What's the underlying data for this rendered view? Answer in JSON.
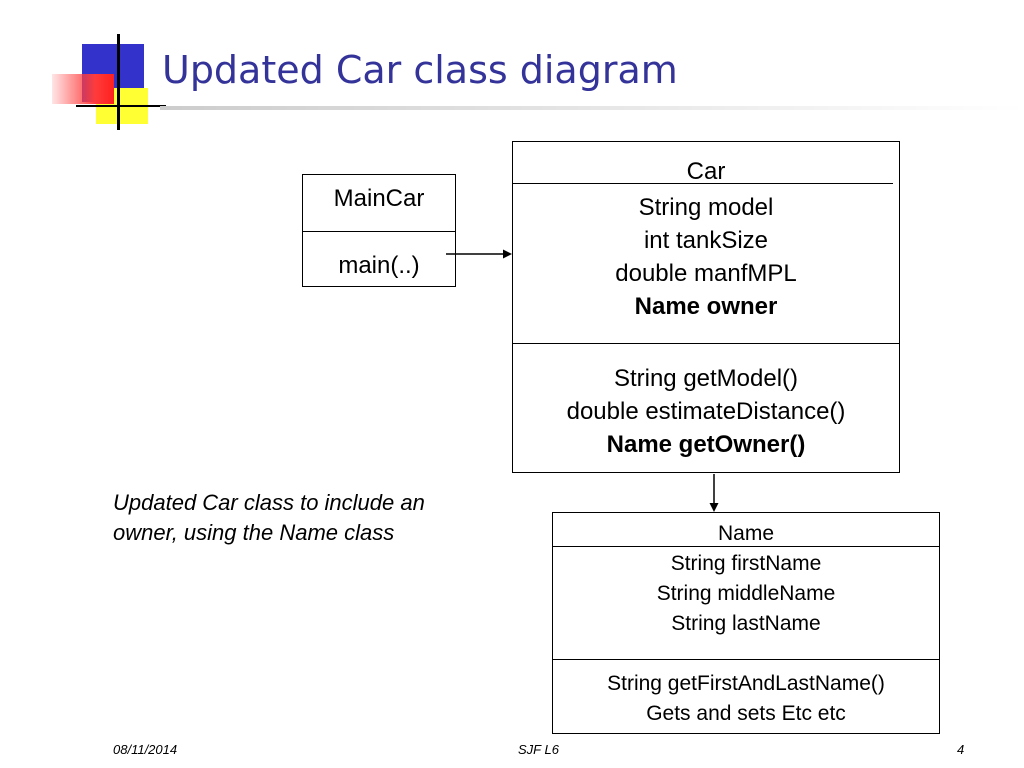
{
  "slide": {
    "title": "Updated Car class diagram",
    "caption": "Updated Car class to include an owner, using the Name class"
  },
  "classes": {
    "maincar": {
      "name": "MainCar",
      "methods": [
        "main(..)"
      ]
    },
    "car": {
      "name": "Car",
      "attributes": [
        "String model",
        "int tankSize",
        "double manfMPL",
        "Name owner"
      ],
      "methods": [
        "String getModel()",
        "double estimateDistance()",
        "Name getOwner()"
      ]
    },
    "name": {
      "name": "Name",
      "attributes": [
        "String firstName",
        "String middleName",
        "String lastName"
      ],
      "methods": [
        "String getFirstAndLastName()",
        "Gets and sets Etc etc"
      ]
    }
  },
  "footer": {
    "date": "08/11/2014",
    "center": "SJF L6",
    "page": "4"
  }
}
